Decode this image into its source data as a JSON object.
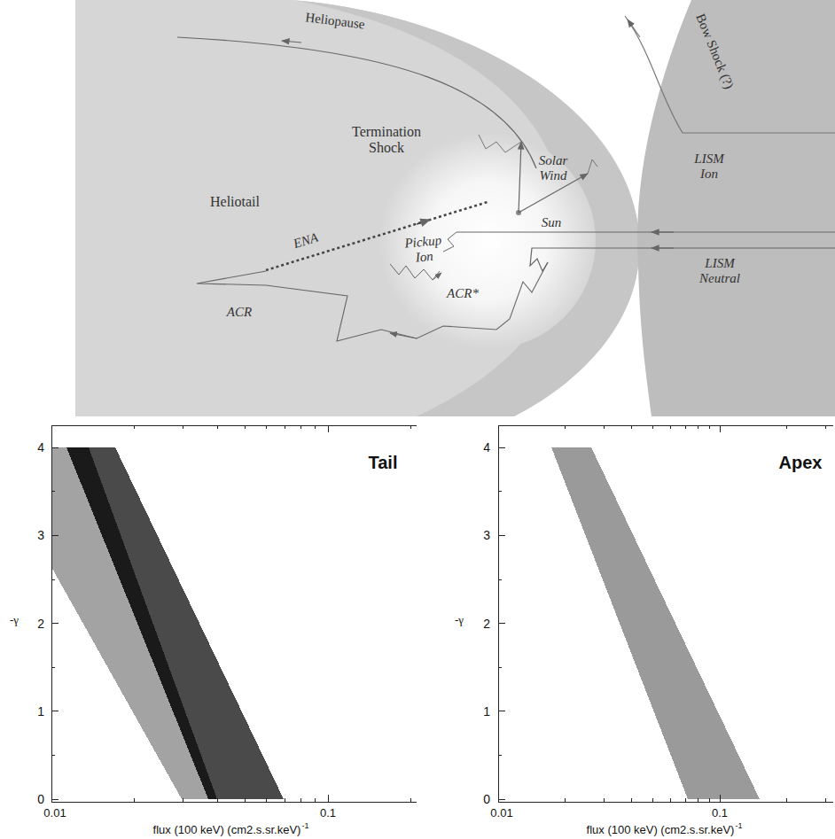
{
  "diagram": {
    "labels": [
      "Heliopause",
      "Bow Shock (?)",
      "Termination Shock",
      "Solar Wind",
      "Sun",
      "LISM Ion",
      "Heliotail",
      "ENA",
      "Pickup Ion",
      "ACR*",
      "LISM Neutral",
      "ACR",
      "Tail",
      "4",
      "3",
      "2",
      "1",
      "0",
      "-γ",
      "0.01",
      "0.1",
      "flux (100 keV) (cm2.s.sr.keV)",
      "-1",
      "Apex",
      "4",
      "3",
      "2",
      "1",
      "0",
      "-γ",
      "0.01",
      "0.1",
      "flux (100 keV) (cm2.s.sr.keV)",
      "-1"
    ]
  }
}
